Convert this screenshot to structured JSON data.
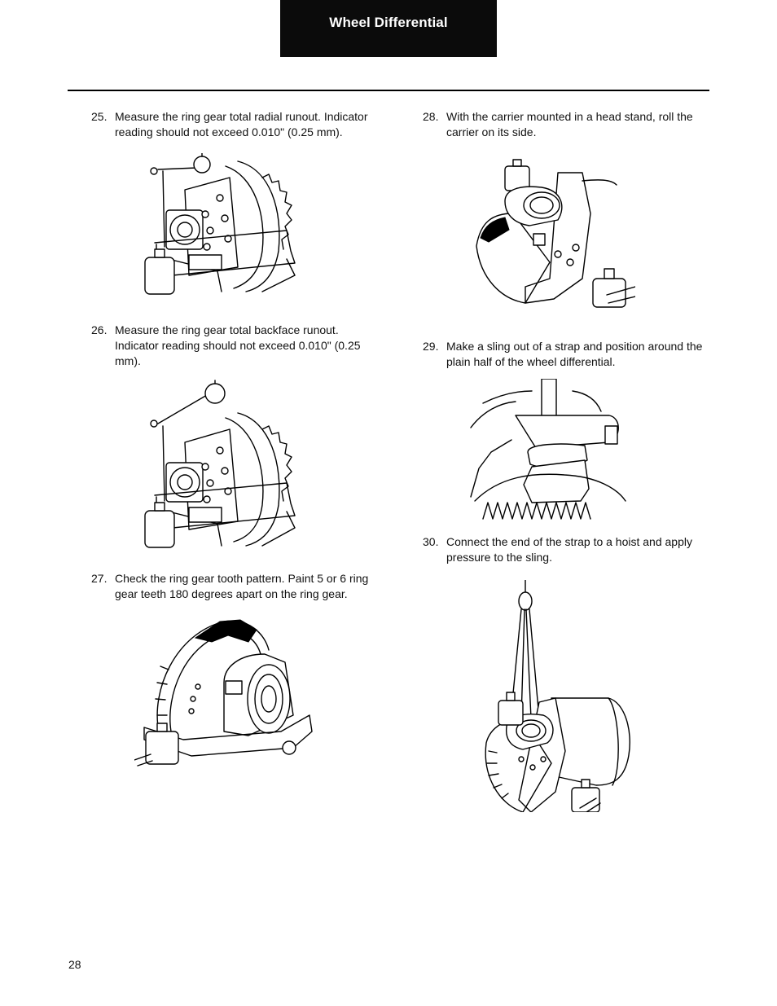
{
  "header": {
    "title": "Wheel Differential"
  },
  "steps": [
    {
      "num": "25.",
      "text": "Measure the ring gear total radial runout. Indicator reading should not exceed 0.010\" (0.25 mm)."
    },
    {
      "num": "26.",
      "text": "Measure the ring gear total backface runout. Indicator reading should not exceed 0.010\" (0.25 mm)."
    },
    {
      "num": "27.",
      "text": "Check the ring gear tooth pattern. Paint 5 or 6 ring gear teeth 180 degrees apart on the ring gear."
    },
    {
      "num": "28.",
      "text": "With the carrier mounted in a head stand, roll the carrier on its side."
    },
    {
      "num": "29.",
      "text": "Make a sling out of a strap and position around the plain half of the wheel differential."
    },
    {
      "num": "30.",
      "text": "Connect the end of the strap to a hoist and apply pressure to the sling."
    }
  ],
  "footer": {
    "page_number": "28"
  }
}
